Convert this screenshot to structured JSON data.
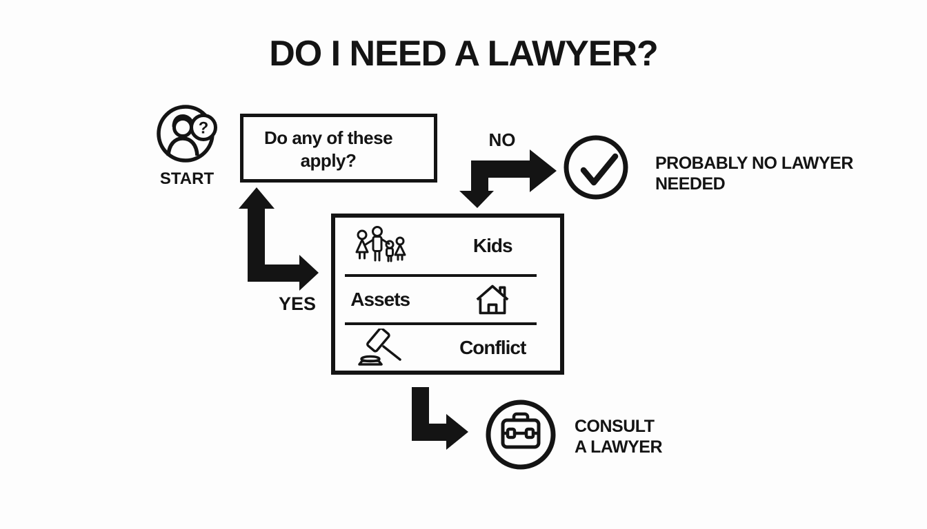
{
  "title": "DO I NEED A LAWYER?",
  "colors": {
    "ink": "#141414",
    "background": "#fdfdfd"
  },
  "start": {
    "label": "START",
    "badge": "?",
    "icon": "person-question-icon"
  },
  "question_box": {
    "line1": "Do any of these",
    "line2": "apply?"
  },
  "no_branch": {
    "label": "NO",
    "result_icon": "checkmark-circle-icon",
    "result": {
      "line1": "PROBABLY NO LAWYER",
      "line2": "NEEDED"
    }
  },
  "yes_branch": {
    "label": "YES",
    "criteria": [
      {
        "label": "Kids",
        "icon": "family-icon"
      },
      {
        "label": "Assets",
        "icon": "house-icon"
      },
      {
        "label": "Conflict",
        "icon": "gavel-icon"
      }
    ],
    "result_icon": "briefcase-circle-icon",
    "result": {
      "line1": "CONSULT",
      "line2": "A LAWYER"
    }
  }
}
